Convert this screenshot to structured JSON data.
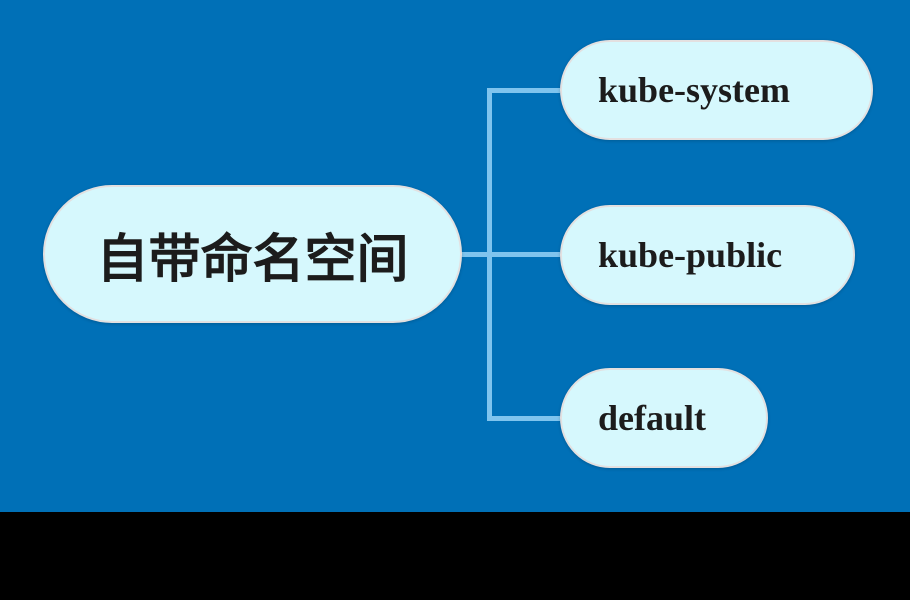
{
  "diagram": {
    "root": {
      "label": "自带命名空间"
    },
    "children": [
      {
        "label": "kube-system"
      },
      {
        "label": "kube-public"
      },
      {
        "label": "default"
      }
    ]
  },
  "colors": {
    "canvas_background": "#0070b7",
    "node_fill": "#d6f8fd",
    "node_border": "#e3e0e0",
    "connector": "#7fc4ee",
    "text": "#1c1c1c",
    "footer_bar": "#000000"
  }
}
